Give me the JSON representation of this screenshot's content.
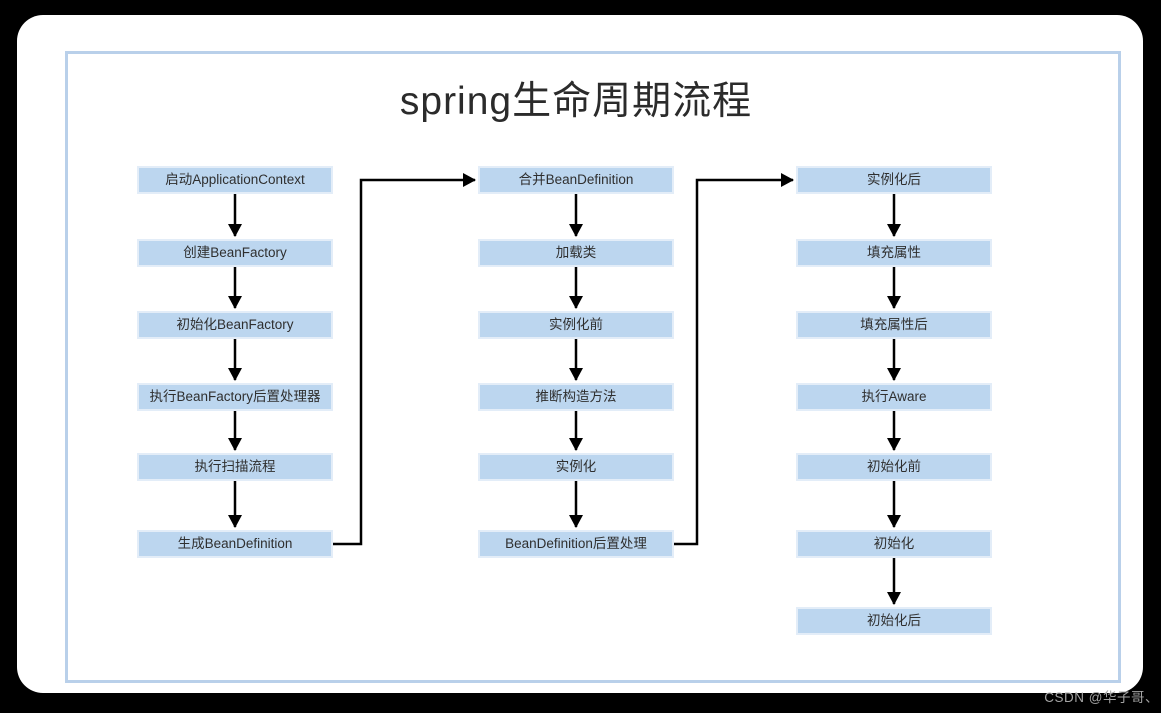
{
  "title": "spring生命周期流程",
  "watermark": "CSDN @华子哥、",
  "colors": {
    "background": "#000000",
    "card": "#ffffff",
    "frame_border": "#b9d0ea",
    "node_fill": "#bcd6ef",
    "node_border": "#e3edf8",
    "node_text": "#2f2f2f",
    "arrow": "#000000",
    "watermark_text": "#a3a3a3"
  },
  "flow": {
    "column1": [
      "启动ApplicationContext",
      "创建BeanFactory",
      "初始化BeanFactory",
      "执行BeanFactory后置处理器",
      "执行扫描流程",
      "生成BeanDefinition"
    ],
    "column2": [
      "合并BeanDefinition",
      "加载类",
      "实例化前",
      "推断构造方法",
      "实例化",
      "BeanDefinition后置处理"
    ],
    "column3": [
      "实例化后",
      "填充属性",
      "填充属性后",
      "执行Aware",
      "初始化前",
      "初始化",
      "初始化后"
    ]
  }
}
